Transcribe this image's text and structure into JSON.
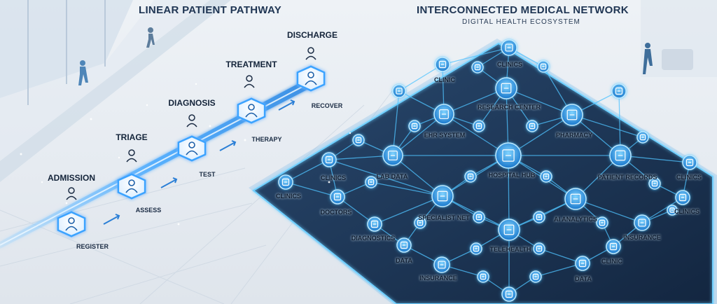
{
  "left_panel": {
    "title": "LINEAR PATIENT PATHWAY",
    "stages": [
      {
        "label": "ADMISSION",
        "step": "REGISTER",
        "icon": "patient-icon"
      },
      {
        "label": "TRIAGE",
        "step": "ASSESS",
        "icon": "nurse-icon"
      },
      {
        "label": "DIAGNOSIS",
        "step": "TEST",
        "icon": "doctor-icon"
      },
      {
        "label": "TREATMENT",
        "step": "THERAPY",
        "icon": "bed-icon"
      },
      {
        "label": "DISCHARGE",
        "step": "RECOVER",
        "icon": "exit-door-icon"
      }
    ]
  },
  "right_panel": {
    "title": "INTERCONNECTED MEDICAL NETWORK",
    "subtitle": "DIGITAL HEALTH ECOSYSTEM",
    "nodes": {
      "clinics_top": "CLINICS",
      "clinic_a": "CLINIC",
      "research": "RESEARCH CENTER",
      "ehr": "EHR SYSTEM",
      "pharmacy": "PHARMACY",
      "clinics_left": "CLINICS",
      "clinics_edge": "CLINICS",
      "lab": "LAB DATA",
      "hub": "HOSPITAL HUB",
      "patient_records": "PATIENT RECORDS",
      "clinics_right1": "CLINICS",
      "doctors": "DOCTORS",
      "specialist": "SPECIALIST NET",
      "ai": "AI ANALYTICS",
      "clinics_right2": "CLINICS",
      "diagnostics": "DIAGNOSTICS",
      "telehealth": "TELEHEALTH",
      "insurance_right": "INSURANCE",
      "data_left": "DATA",
      "clinic_b": "CLINIC",
      "insurance_bottom": "INSURANCE",
      "data_bottom": "DATA"
    }
  },
  "colors": {
    "node_glow": "#4fc3ff",
    "node_fill": "#1e88d9",
    "platform": "#1d3350",
    "title": "#1f3553",
    "path": "#3aa3ff"
  }
}
